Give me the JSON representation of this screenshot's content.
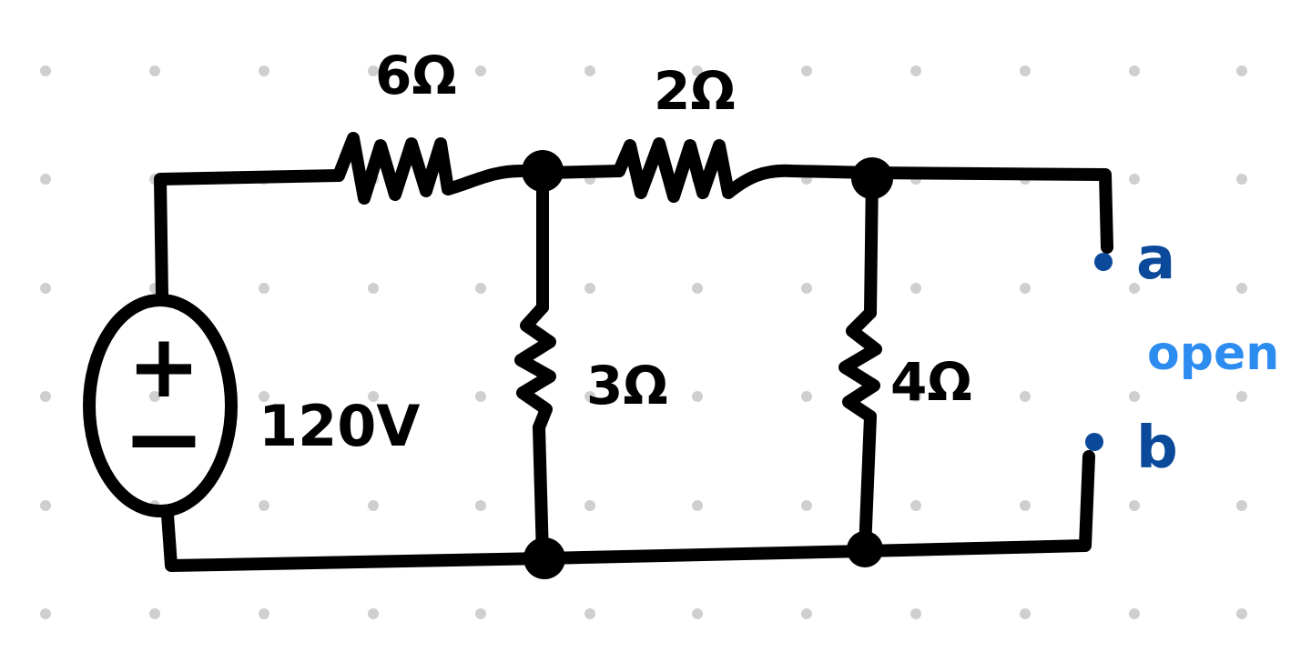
{
  "colors": {
    "background": "#ffffff",
    "grid_dot": "#cfcfcf",
    "wire": "#000000",
    "terminal": "#0b4a9a",
    "open_label": "#2d8cf0"
  },
  "components": {
    "source": {
      "plus_sign": "+",
      "minus_sign": "−",
      "value_label": "120V"
    },
    "r1": {
      "label": "6Ω"
    },
    "r2": {
      "label": "2Ω"
    },
    "r3": {
      "label": "3Ω"
    },
    "r4": {
      "label": "4Ω"
    }
  },
  "terminals": {
    "a": {
      "label": "a"
    },
    "b": {
      "label": "b"
    },
    "state_label": "open"
  }
}
